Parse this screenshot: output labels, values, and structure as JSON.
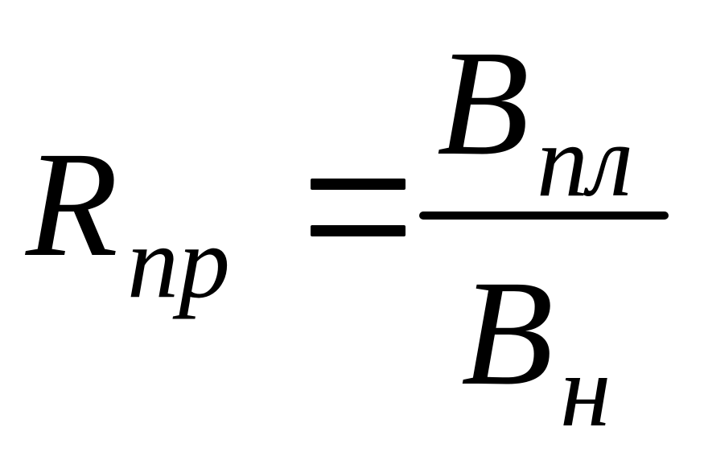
{
  "formula": {
    "lhs": {
      "symbol": "R",
      "subscript": "пр"
    },
    "relation": "=",
    "numerator": {
      "symbol": "B",
      "subscript": "пл"
    },
    "denominator": {
      "symbol": "B",
      "subscript": "н"
    }
  }
}
